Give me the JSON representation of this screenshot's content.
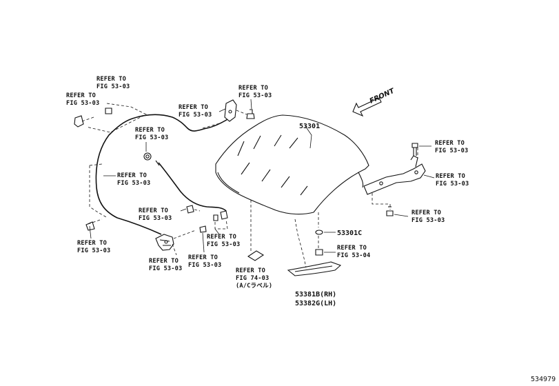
{
  "refer_note": "REFER TO",
  "refs": {
    "r1": "FIG 53-03",
    "r2": "FIG 53-03",
    "r3": "FIG 53-03",
    "r4": "FIG 53-03",
    "r5": "FIG 53-03",
    "r6": "FIG 53-03",
    "r7": "FIG 53-03",
    "r8": "FIG 53-03",
    "r9": "FIG 53-03",
    "r10": "FIG 53-03",
    "r11": "FIG 53-03",
    "r12": "FIG 53-03",
    "r13": "FIG 53-03",
    "r14": "FIG 53-03",
    "r15": "FIG 53-04",
    "r16": "FIG 74-03"
  },
  "ac_label_note": "(A/Cラベル)",
  "front_label": "FRONT",
  "parts": {
    "hood": "53301",
    "cushion": "53301C",
    "seal_rh": "53381B(RH)",
    "seal_lh": "53382G(LH)"
  },
  "illustration_id": "534979"
}
